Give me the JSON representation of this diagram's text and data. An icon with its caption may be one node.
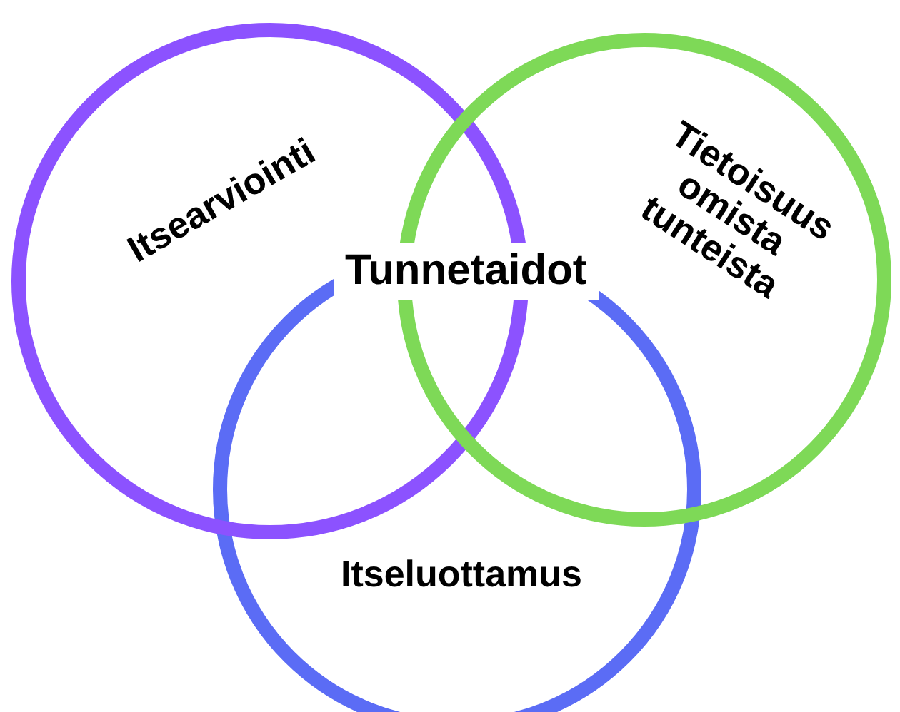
{
  "diagram": {
    "nodes": [
      {
        "text": [
          "Itsearviointi"
        ]
      },
      {
        "text": [
          "Tietoisuus omista tunteista"
        ]
      },
      {
        "text": [
          "Itseluottamus"
        ]
      }
    ],
    "labels": [
      "Tunnetaidot"
    ]
  }
}
